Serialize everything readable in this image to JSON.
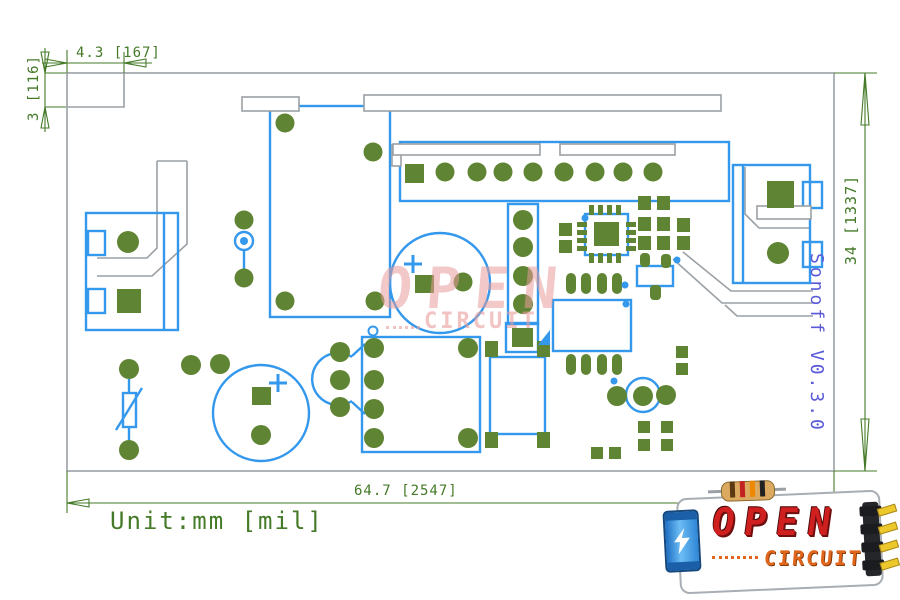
{
  "drawing": {
    "dimensions": {
      "notch_width": "4.3 [167]",
      "notch_height": "3 [116]",
      "board_height": "34 [1337]",
      "board_width": "64.7 [2547]",
      "units_note": "Unit:mm [mil]"
    },
    "board_label": "Sonoff V0.3.0",
    "watermark": {
      "word1": "OPEN",
      "word2": "CIRCUIT"
    }
  },
  "logo": {
    "word1": "OPEN",
    "word2": "CIRCUIT"
  },
  "colors": {
    "board-gray": "#9aa0a5",
    "dim-green": "#447a28",
    "pad-green": "#5f8433",
    "outline-blue": "#3498ec",
    "label-blue": "#5a5ad8",
    "wm-pink": "#e89c9c",
    "logo-red": "#cf1f1f",
    "logo-orange": "#e0661c"
  }
}
